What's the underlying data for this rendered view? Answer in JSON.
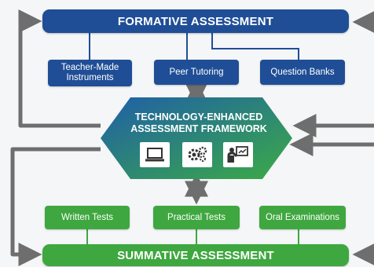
{
  "formative": {
    "title": "FORMATIVE ASSESSMENT"
  },
  "formative_items": [
    "Teacher-Made\nInstruments",
    "Peer Tutoring",
    "Question Banks"
  ],
  "framework": {
    "title": "TECHNOLOGY-ENHANCED\nASSESSMENT FRAMEWORK"
  },
  "framework_icons": [
    "laptop-icon",
    "gears-icon",
    "presenter-board-icon"
  ],
  "summative": {
    "title": "SUMMATIVE ASSESSMENT"
  },
  "summative_items": [
    "Written Tests",
    "Practical Tests",
    "Oral Examinations"
  ],
  "colors": {
    "formative_blue": "#1f4e96",
    "summative_green": "#3fa73f",
    "hex_gradient_start": "#1f5fa8",
    "hex_gradient_end": "#3bab45",
    "connector_gray": "#6e6e6e"
  }
}
